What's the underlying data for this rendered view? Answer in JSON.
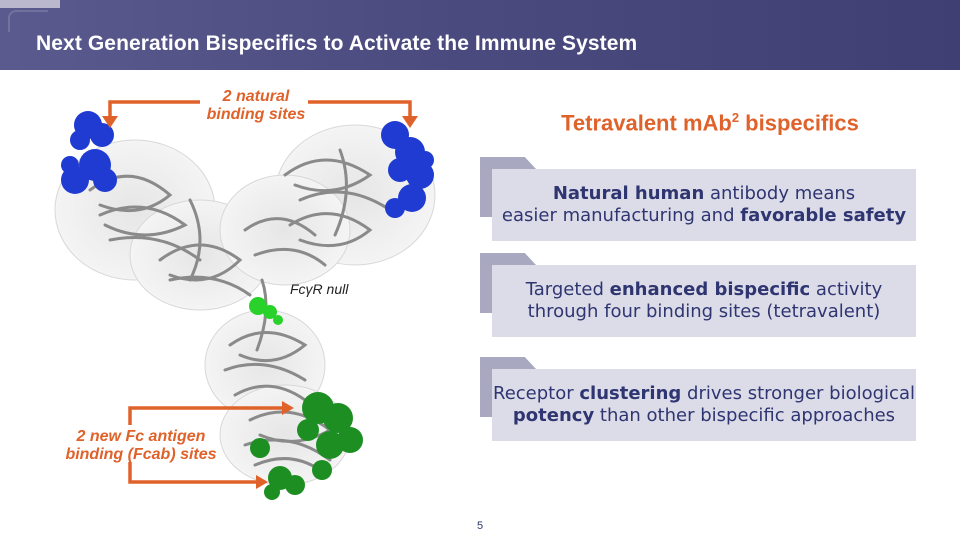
{
  "header": {
    "title": "Next Generation Bispecifics to Activate the Immune System"
  },
  "figure": {
    "natural_label_line1": "2 natural",
    "natural_label_line2": "binding sites",
    "fcgr_label": "FcγR null",
    "fcab_label_line1": "2 new Fc antigen",
    "fcab_label_line2": "binding (Fcab) sites",
    "colors": {
      "arrow": "#e0622b",
      "natural_sites": "#1f3bd1",
      "fcab_sites": "#1d8f22",
      "fcgr_null": "#29d12b",
      "ribbon": "#8a8a8a"
    }
  },
  "right": {
    "title_main": "Tetravalent mAb",
    "title_sup": "2",
    "title_rest": " bispecifics",
    "cards": [
      {
        "l1_bold": "Natural human",
        "l1_text": " antibody means",
        "l2_text": "easier manufacturing and ",
        "l2_bold": "favorable safety"
      },
      {
        "l1_text": "Targeted ",
        "l1_bold": "enhanced bispecific",
        "l1_rest": " activity",
        "l2_text": "through four binding sites (tetravalent)"
      },
      {
        "l1_text": "Receptor ",
        "l1_bold": "clustering",
        "l1_rest": " drives stronger biological",
        "l2_bold": "potency",
        "l2_text": " than other bispecific approaches"
      }
    ]
  },
  "footer": {
    "page_number": "5"
  }
}
